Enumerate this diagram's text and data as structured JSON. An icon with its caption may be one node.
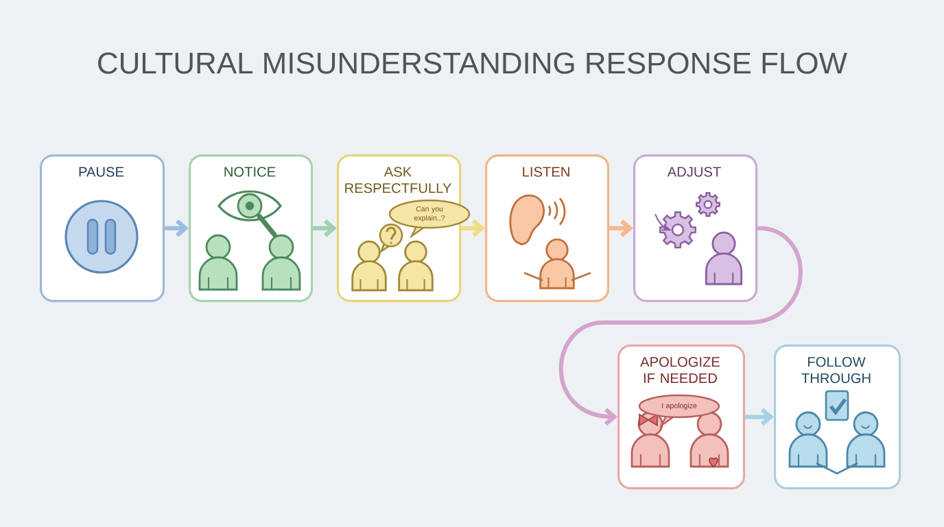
{
  "diagram": {
    "title": "CULTURAL MISUNDERSTANDING RESPONSE FLOW",
    "nodes": [
      {
        "text": [
          "PAUSE"
        ]
      },
      {
        "text": [
          "NOTICE"
        ]
      },
      {
        "text": [
          "ASK RESPECTFULLY",
          "Can you explain..?"
        ]
      },
      {
        "text": [
          "LISTEN"
        ]
      },
      {
        "text": [
          "ADJUST"
        ]
      },
      {
        "text": [
          "APOLOGIZE IF NEEDED",
          "I apologize"
        ]
      },
      {
        "text": [
          "FOLLOW THROUGH"
        ]
      }
    ],
    "edges": [
      {
        "from": 0,
        "to": 1,
        "arrow": "to",
        "color": "#9dbde0"
      },
      {
        "from": 1,
        "to": 2,
        "arrow": "to",
        "color": "#9fd0b0"
      },
      {
        "from": 2,
        "to": 3,
        "arrow": "to",
        "color": "#f0dc88"
      },
      {
        "from": 3,
        "to": 4,
        "arrow": "to",
        "color": "#f5b890"
      },
      {
        "from": 4,
        "to": 5,
        "arrow": "to",
        "color": "#d4a4cc"
      },
      {
        "from": 5,
        "to": 6,
        "arrow": "to",
        "color": "#a8d0e4"
      }
    ]
  }
}
